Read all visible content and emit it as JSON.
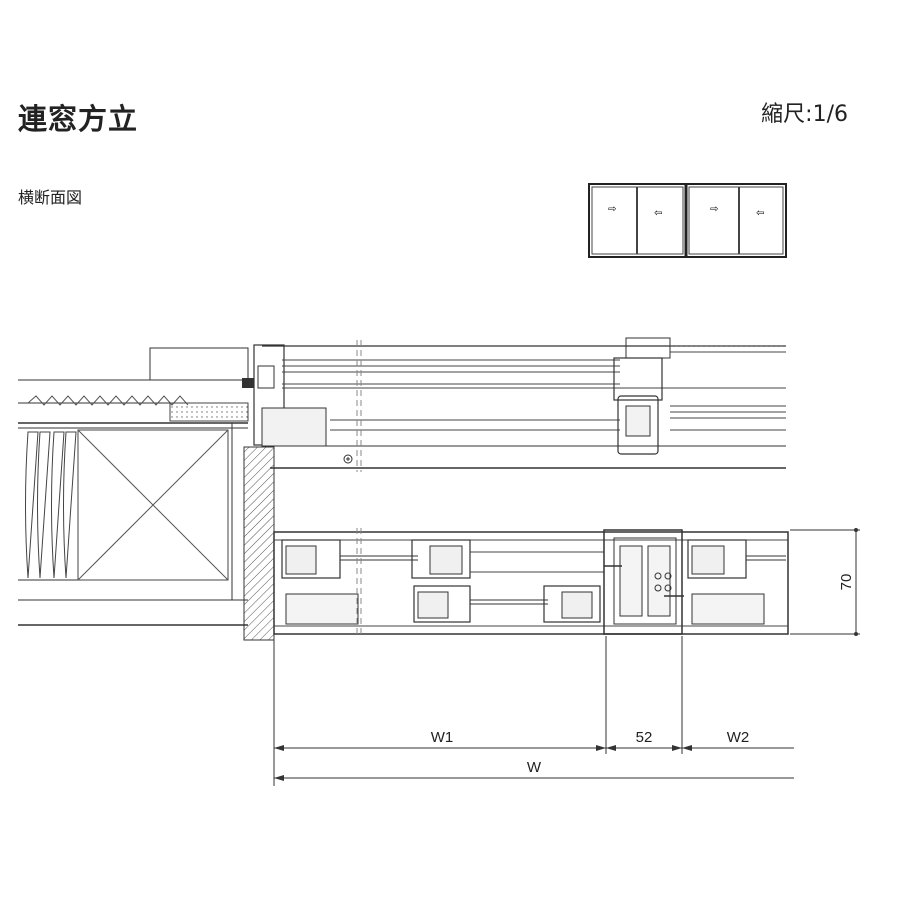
{
  "header": {
    "title": "連窓方立",
    "scale": "縮尺:1/6"
  },
  "section": {
    "label": "横断面図"
  },
  "dimensions": {
    "w1": "W1",
    "mullion": "52",
    "w2": "W2",
    "w": "W",
    "height": "70"
  },
  "legend_icon": {
    "arrow_right": "⇨",
    "arrow_left": "⇦"
  }
}
